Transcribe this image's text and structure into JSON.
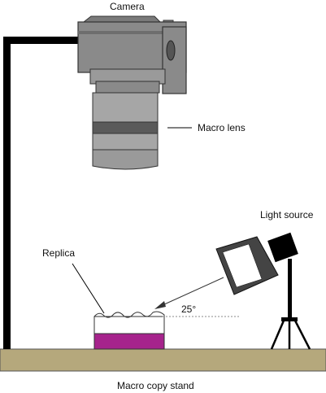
{
  "labels": {
    "camera": "Camera",
    "macro_lens": "Macro lens",
    "light_source": "Light source",
    "replica": "Replica",
    "angle": "25°",
    "stand": "Macro copy stand"
  },
  "colors": {
    "stand_base": "#b5a87c",
    "stand_post": "#000000",
    "camera_body": "#8a8a8a",
    "camera_dark": "#6e6e6e",
    "lens_light": "#a6a6a6",
    "lens_dark": "#5a5a5a",
    "replica_fill": "#a6238c",
    "light_head": "#333333",
    "light_box": "#000000"
  },
  "icons": {
    "camera": "camera-icon",
    "light": "lamp-icon",
    "tripod": "tripod-icon"
  }
}
